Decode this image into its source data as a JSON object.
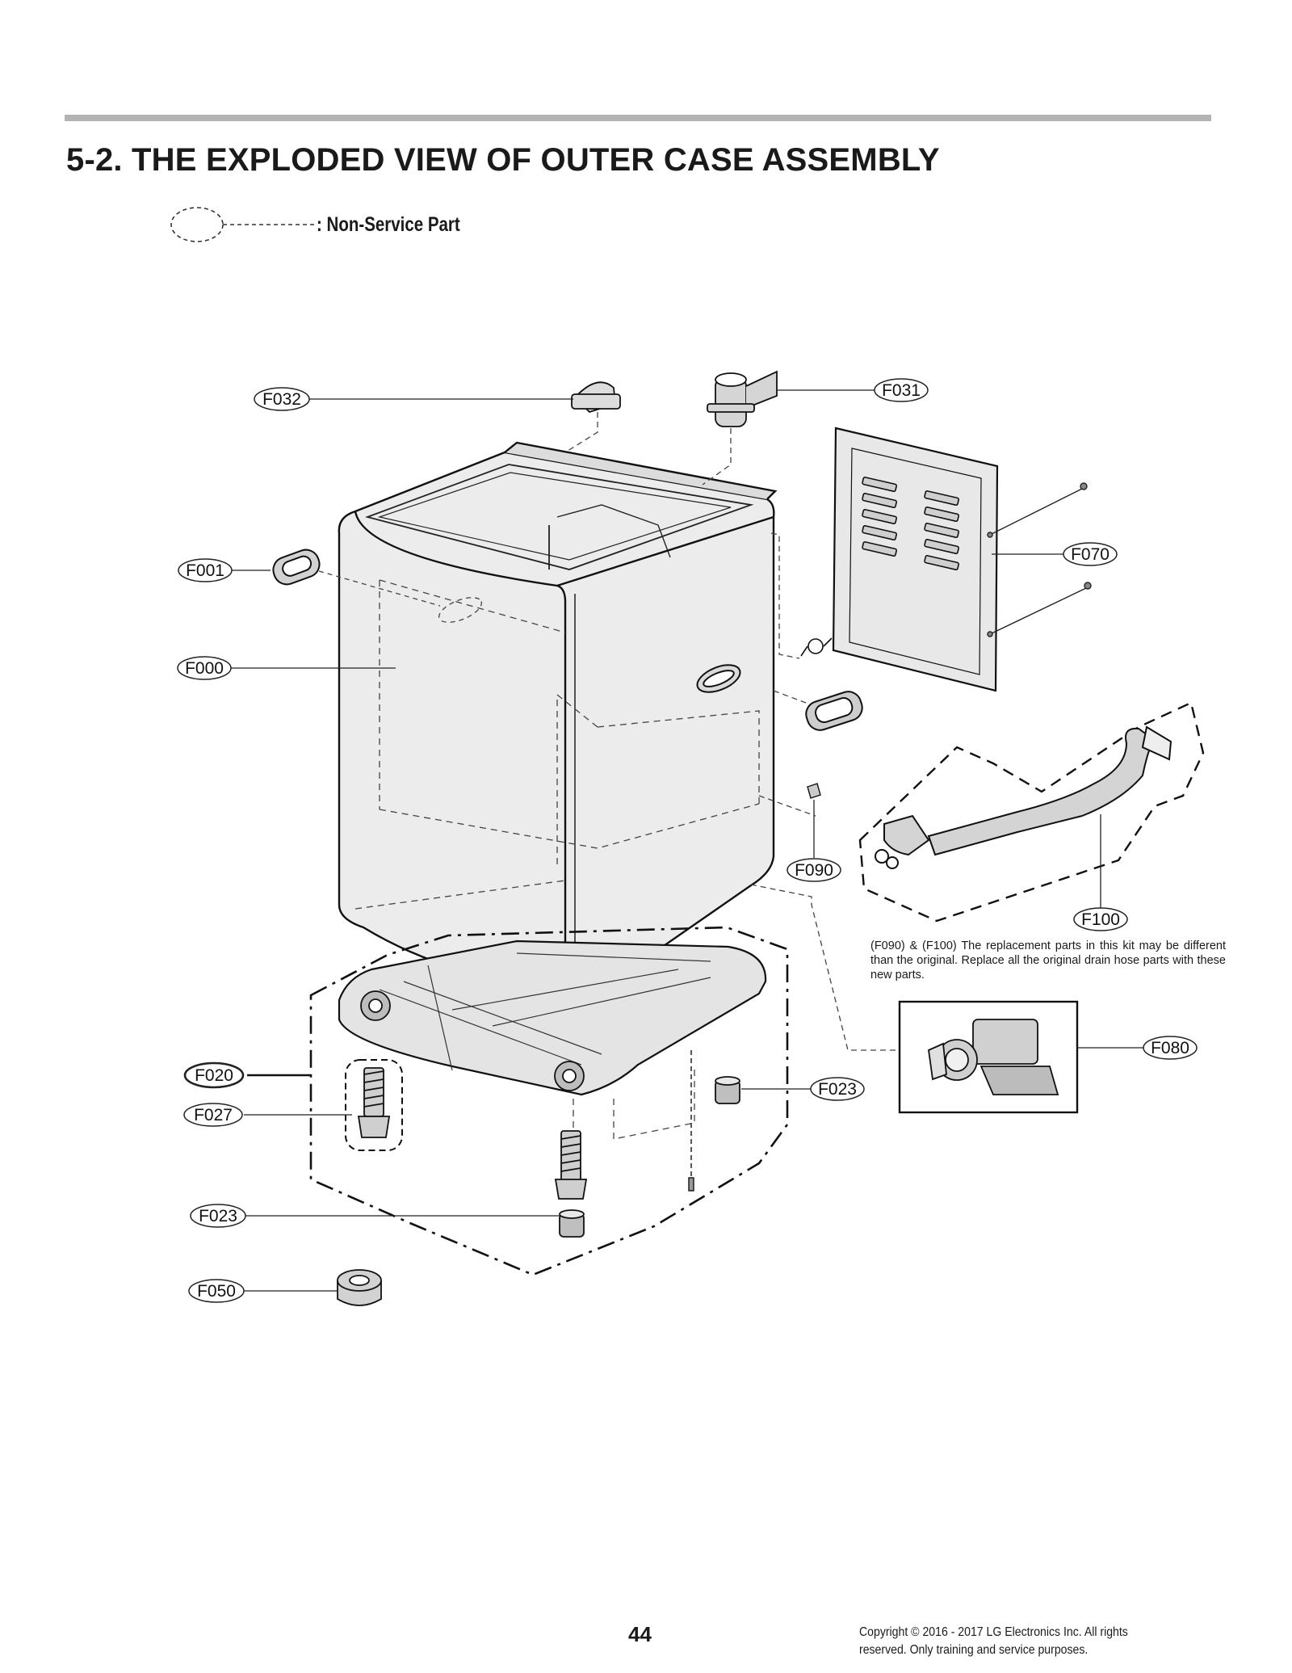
{
  "page": {
    "title": "5-2. THE EXPLODED VIEW OF OUTER CASE ASSEMBLY",
    "legend_label": ": Non-Service Part",
    "page_number": "44",
    "copyright": "Copyright © 2016 - 2017 LG Electronics Inc. All rights reserved. Only training and service purposes."
  },
  "note": "(F090) & (F100) The replacement parts in this kit may be different than the original. Replace all the original drain  hose parts with these new parts.",
  "callouts": {
    "f032": "F032",
    "f031": "F031",
    "f001": "F001",
    "f070": "F070",
    "f000": "F000",
    "f090": "F090",
    "f100": "F100",
    "f080": "F080",
    "f020": "F020",
    "f027": "F027",
    "f023_right": "F023",
    "f023_left": "F023",
    "f050": "F050"
  }
}
